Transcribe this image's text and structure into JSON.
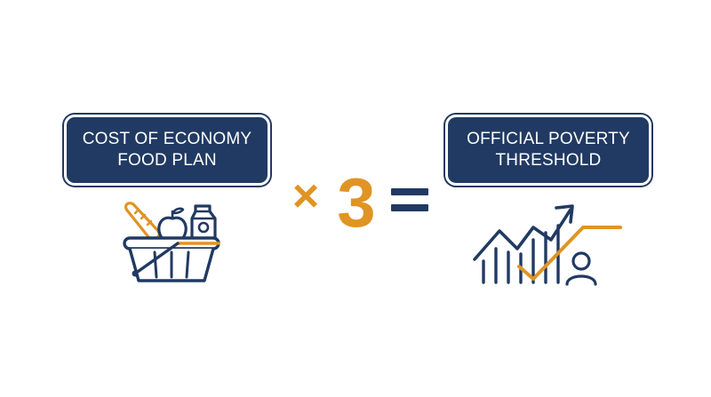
{
  "left_box": {
    "line1": "COST OF ECONOMY",
    "line2": "FOOD PLAN"
  },
  "right_box": {
    "line1": "OFFICIAL POVERTY",
    "line2": "THRESHOLD"
  },
  "operator": {
    "times": "×",
    "factor": "3"
  },
  "colors": {
    "navy": "#213a63",
    "orange": "#e09424",
    "background": "#ffffff"
  },
  "icons": {
    "left": "grocery-basket-icon",
    "right": "rising-chart-person-icon"
  }
}
